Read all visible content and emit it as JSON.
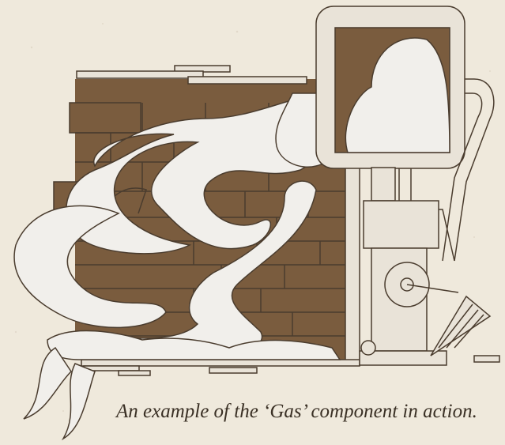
{
  "caption": "An example of the ‘Gas’ component in action.",
  "colors": {
    "background": "#efe9dc",
    "brick": "#7a5c3e",
    "gas": "#f1efeb",
    "outline": "#4a3c2e",
    "pipe": "#e9e3d8"
  },
  "icons": [
    "brick-wall",
    "gas-cloud",
    "machine-tank",
    "pipe",
    "bellows",
    "gear-wheel"
  ]
}
